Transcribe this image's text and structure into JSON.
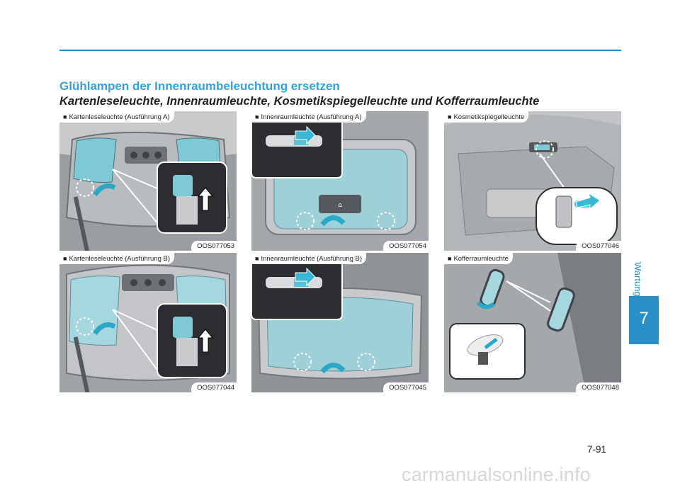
{
  "section_title": "Glühlampen der Innenraumbeleuchtung ersetzen",
  "sub_title": "Kartenleseleuchte, Innenraumleuchte, Kosmetikspiegelleuchte und Kofferraumleuchte",
  "figures": [
    {
      "label": "Kartenleseleuchte (Ausführung A)",
      "code": "OOS077053",
      "bullet": "■"
    },
    {
      "label": "Innenraumleuchte (Ausführung A)",
      "code": "OOS077054",
      "bullet": "■"
    },
    {
      "label": "Kosmetikspiegelleuchte",
      "code": "OOS077046",
      "bullet": "■"
    },
    {
      "label": "Kartenleseleuchte (Ausführung B)",
      "code": "OOS077044",
      "bullet": "■"
    },
    {
      "label": "Innenraumleuchte (Ausführung B)",
      "code": "OOS077045",
      "bullet": "■"
    },
    {
      "label": "Kofferraumleuchte",
      "code": "OOS077048",
      "bullet": "■"
    }
  ],
  "side_tab": {
    "label": "Wartung",
    "chapter": "7"
  },
  "page_number": "7-91",
  "watermark": "carmanualsonline.info",
  "colors": {
    "accent": "#2a8ec9",
    "title": "#3a9fd6",
    "lamp": "#7fc8d6"
  }
}
